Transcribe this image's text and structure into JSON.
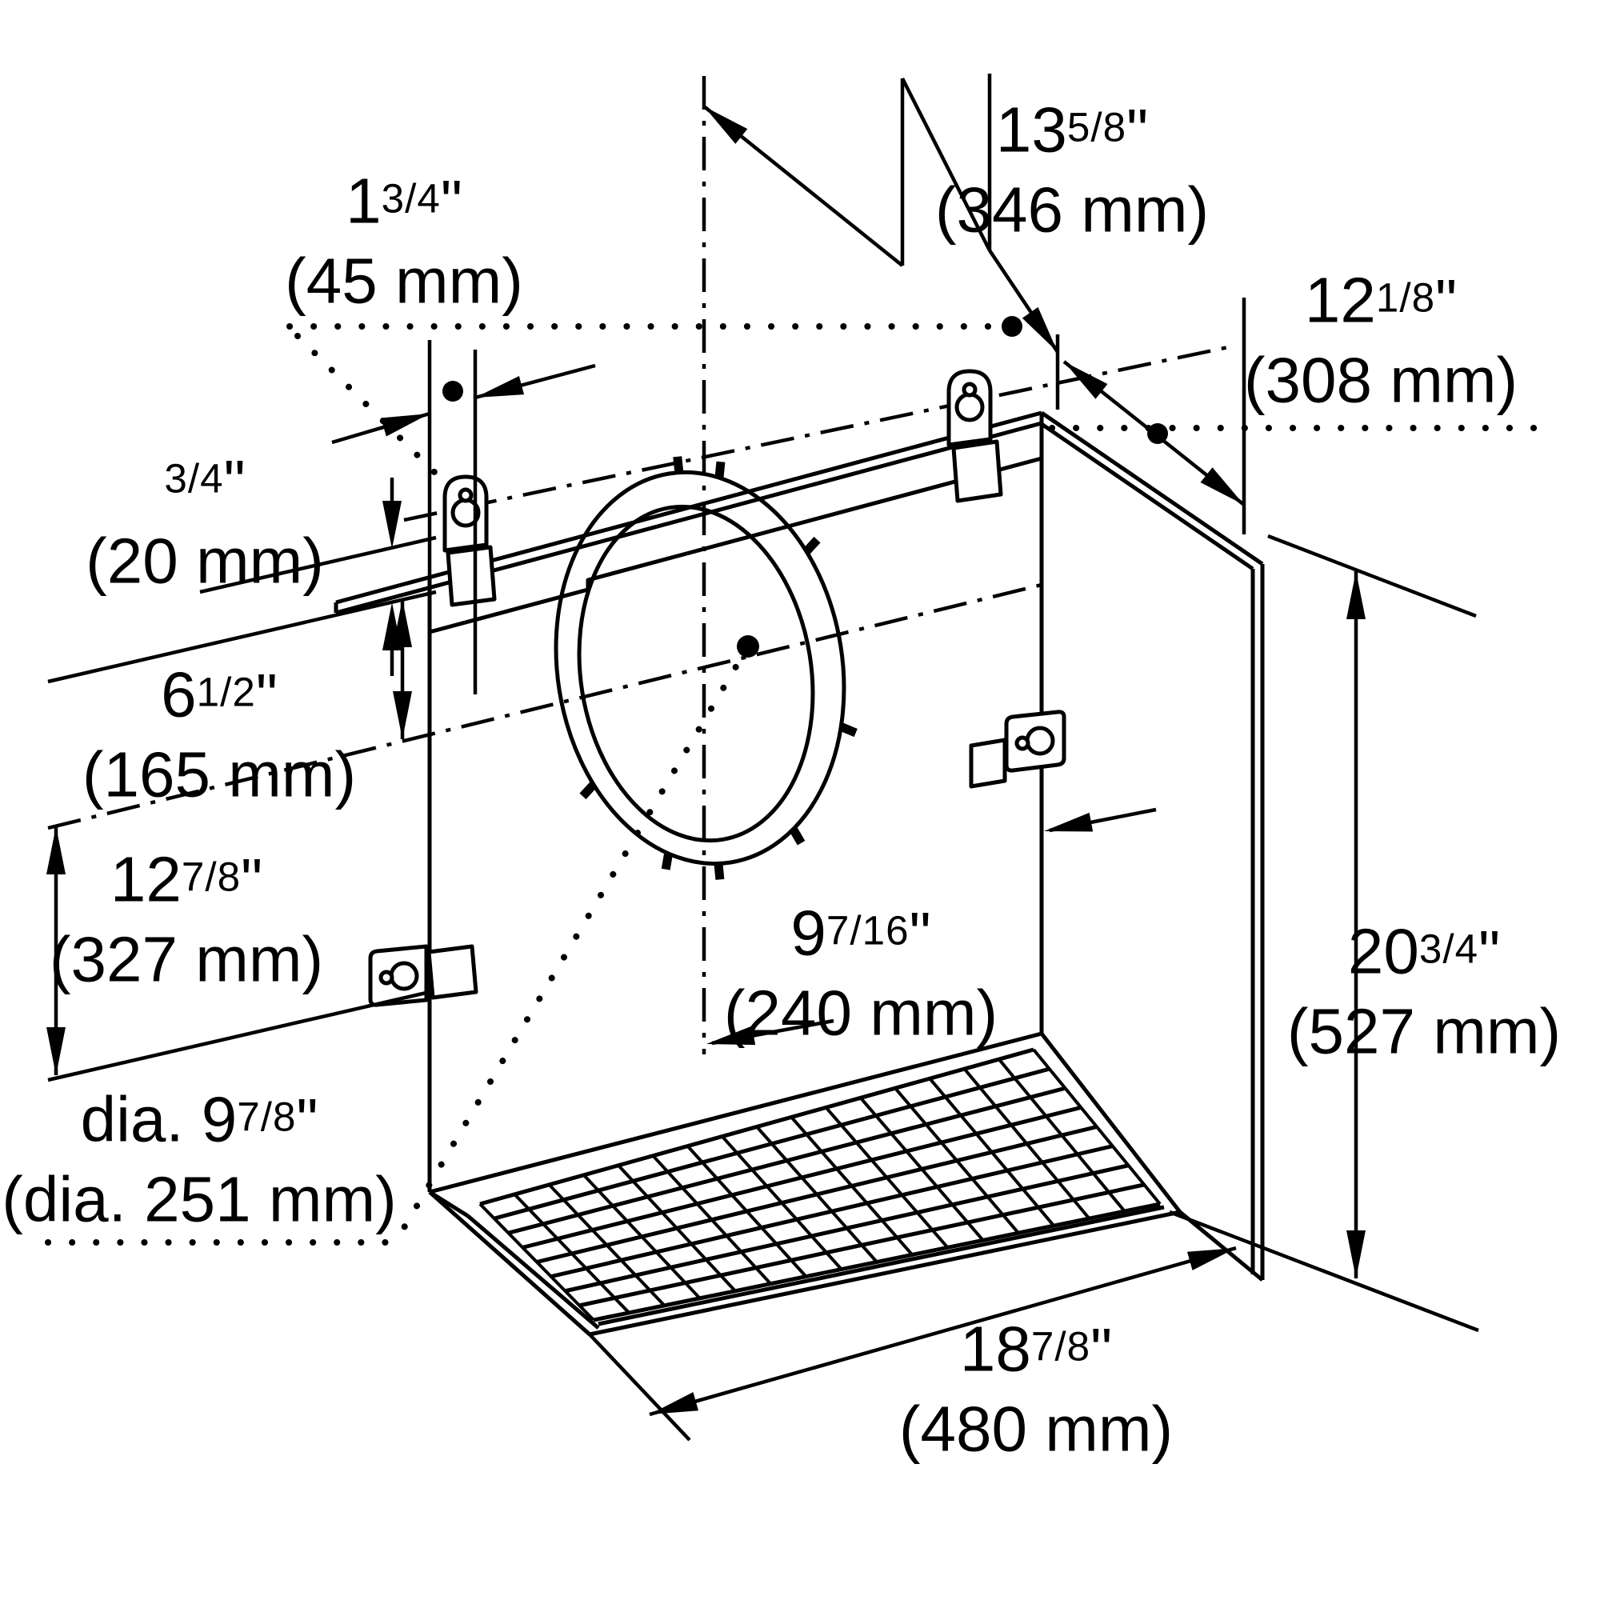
{
  "drawing": {
    "kind": "installation dimension diagram",
    "line_color": "#000000",
    "background": "#ffffff"
  },
  "dims": {
    "d45": {
      "whole": "1",
      "frac": "3/4",
      "unit": "\"",
      "mm": "(45 mm)"
    },
    "d346": {
      "whole": "13",
      "frac": "5/8",
      "unit": "\"",
      "mm": "(346 mm)"
    },
    "d308": {
      "whole": "12",
      "frac": "1/8",
      "unit": "\"",
      "mm": "(308 mm)"
    },
    "d20": {
      "whole": "",
      "frac": "3/4",
      "unit": "\"",
      "mm": "(20 mm)"
    },
    "d165": {
      "whole": "6",
      "frac": "1/2",
      "unit": "\"",
      "mm": "(165 mm)"
    },
    "d327": {
      "whole": "12",
      "frac": "7/8",
      "unit": "\"",
      "mm": "(327 mm)"
    },
    "d251": {
      "whole": "dia. 9",
      "frac": "7/8",
      "unit": "\"",
      "mm": "(dia. 251 mm)"
    },
    "d240": {
      "whole": "9",
      "frac": "7/16",
      "unit": "\"",
      "mm": "(240 mm)"
    },
    "d527": {
      "whole": "20",
      "frac": "3/4",
      "unit": "\"",
      "mm": "(527 mm)"
    },
    "d480": {
      "whole": "18",
      "frac": "7/8",
      "unit": "\"",
      "mm": "(480 mm)"
    }
  }
}
